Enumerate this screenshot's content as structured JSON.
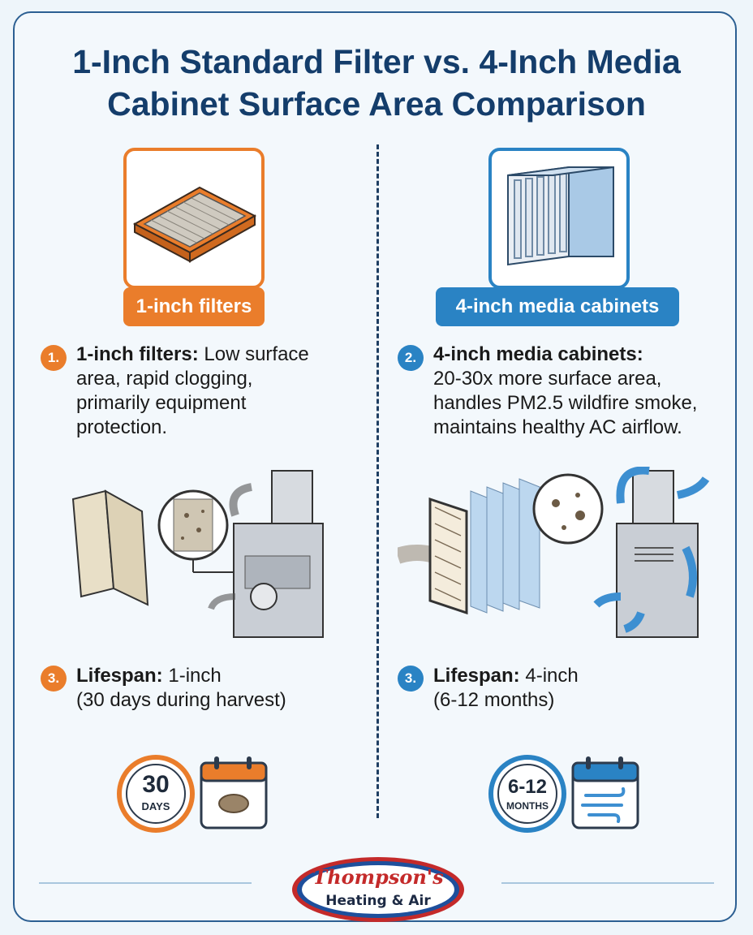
{
  "title": {
    "line1": "1-Inch Standard Filter vs. 4-Inch Media",
    "line2": "Cabinet Surface Area Comparison"
  },
  "left": {
    "pill_label": "1-inch filters",
    "point1": {
      "number": "1.",
      "bold": "1-inch filters:",
      "line1": " Low surface",
      "line2": "area, rapid clogging,",
      "line3": "primarily equipment",
      "line4": "protection."
    },
    "point3": {
      "number": "3.",
      "bold": "Lifespan:",
      "line1": " 1-inch",
      "line2": "(30 days during harvest)"
    },
    "badge": {
      "value": "30",
      "unit": "DAYS"
    }
  },
  "right": {
    "pill_label": "4-inch media cabinets",
    "point2": {
      "number": "2.",
      "bold": "4-inch media cabinets:",
      "line2": "20-30x more surface area,",
      "line3": "handles PM2.5 wildfire smoke,",
      "line4": "maintains healthy AC airflow."
    },
    "point3": {
      "number": "3.",
      "bold": "Lifespan:",
      "line1": " 4-inch",
      "line2": "(6-12 months)"
    },
    "badge": {
      "value": "6-12",
      "unit": "MONTHS"
    }
  },
  "logo": {
    "line1": "Thompson's",
    "line2": "Heating & Air"
  },
  "colors": {
    "orange": "#ea7d2b",
    "blue": "#2a83c4",
    "navy": "#143d6b"
  },
  "icons": [
    "flat-filter-icon",
    "media-cabinet-icon",
    "pleated-filter-icon",
    "furnace-icon",
    "clock-badge-icon",
    "calendar-dust-icon",
    "calendar-wind-icon"
  ]
}
